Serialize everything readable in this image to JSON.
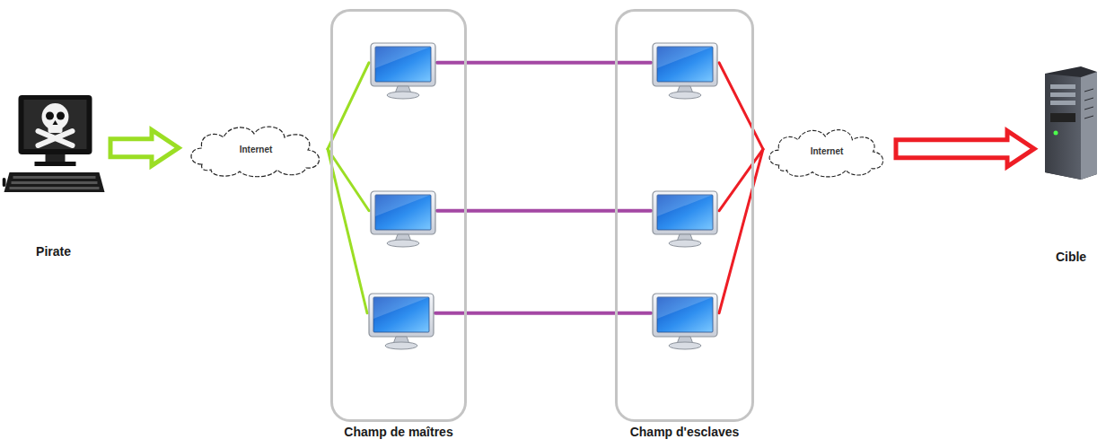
{
  "diagram": {
    "nodes": [
      {
        "text": [
          "Pirate"
        ]
      },
      {
        "text": [
          "Internet"
        ]
      },
      {
        "text": [
          "Champ de maîtres"
        ]
      },
      {
        "text": [],
        "in": 2
      },
      {
        "text": [],
        "in": 2
      },
      {
        "text": [],
        "in": 2
      },
      {
        "text": [
          "Champ d'esclaves"
        ]
      },
      {
        "text": [],
        "in": 6
      },
      {
        "text": [],
        "in": 6
      },
      {
        "text": [],
        "in": 6
      },
      {
        "text": [
          "Internet"
        ]
      },
      {
        "text": [
          "Cible"
        ]
      }
    ],
    "edges": [
      {
        "from": 0,
        "to": 1,
        "arrow": "to"
      },
      {
        "from": 1,
        "to": 3,
        "arrow": "none"
      },
      {
        "from": 1,
        "to": 4,
        "arrow": "none"
      },
      {
        "from": 1,
        "to": 5,
        "arrow": "none"
      },
      {
        "from": 3,
        "to": 7,
        "arrow": "none"
      },
      {
        "from": 4,
        "to": 8,
        "arrow": "none"
      },
      {
        "from": 5,
        "to": 9,
        "arrow": "none"
      },
      {
        "from": 7,
        "to": 10,
        "arrow": "none"
      },
      {
        "from": 8,
        "to": 10,
        "arrow": "none"
      },
      {
        "from": 9,
        "to": 10,
        "arrow": "none"
      },
      {
        "from": 10,
        "to": 11,
        "arrow": "to"
      }
    ]
  }
}
